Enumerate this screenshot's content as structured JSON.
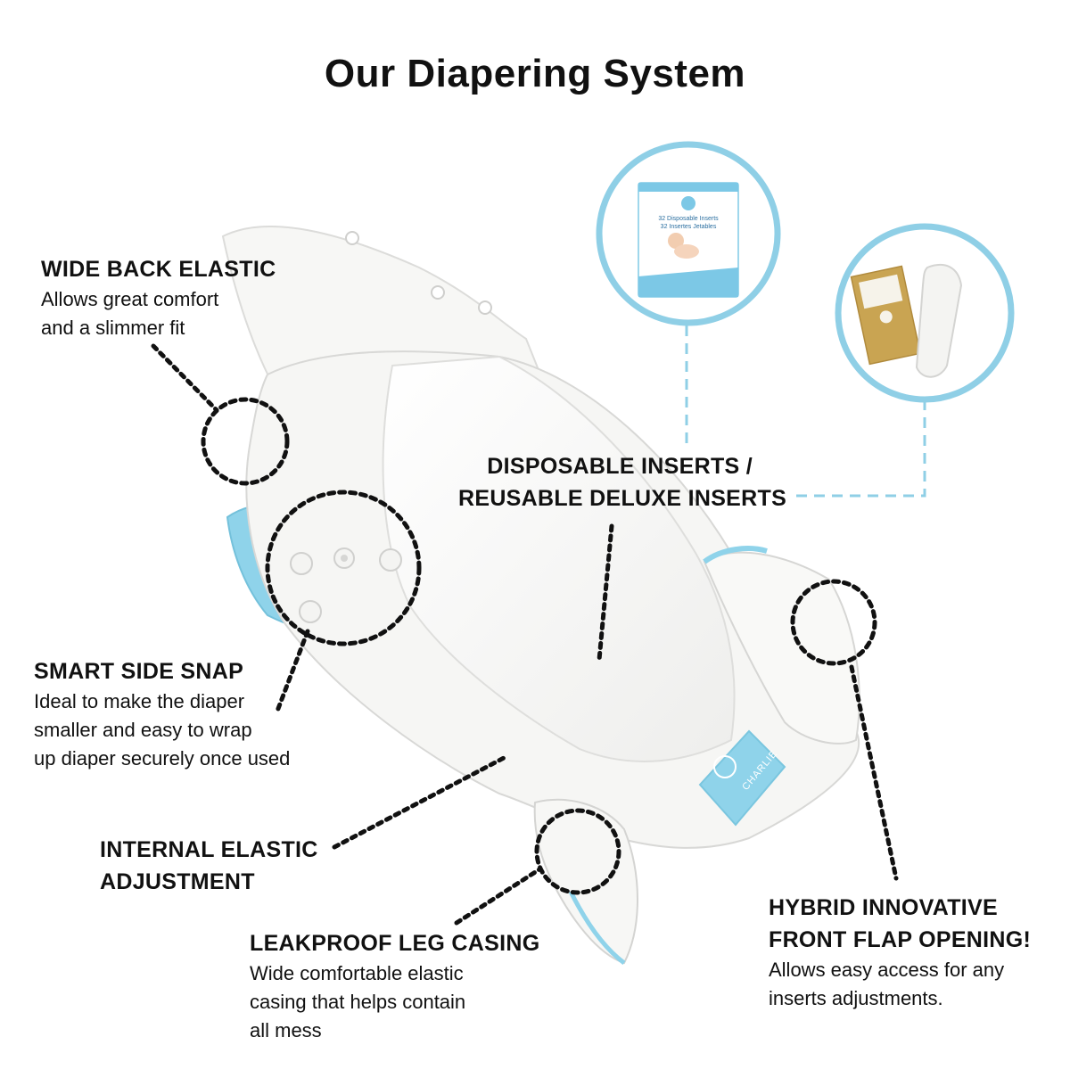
{
  "title": "Our Diapering System",
  "labels": {
    "wide_back_elastic": {
      "heading": "WIDE BACK ELASTIC",
      "desc": [
        "Allows great comfort",
        "and a slimmer fit"
      ]
    },
    "inserts": {
      "heading": [
        "DISPOSABLE INSERTS /",
        "REUSABLE DELUXE INSERTS"
      ]
    },
    "smart_side_snap": {
      "heading": "SMART SIDE SNAP",
      "desc": [
        "Ideal to make the diaper",
        "smaller and easy to wrap",
        "up diaper securely once used"
      ]
    },
    "internal_elastic": {
      "heading": [
        "INTERNAL ELASTIC",
        "ADJUSTMENT"
      ]
    },
    "leakproof": {
      "heading": "LEAKPROOF LEG CASING",
      "desc": [
        "Wide comfortable elastic",
        "casing that helps contain",
        "all mess"
      ]
    },
    "hybrid": {
      "heading": [
        "HYBRID INNOVATIVE",
        "FRONT FLAP OPENING!"
      ],
      "desc": [
        "Allows easy access for any",
        "inserts adjustments."
      ]
    }
  },
  "package_text": {
    "line1": "32 Disposable Inserts",
    "line2": "32 Insertes Jetables"
  },
  "tab_text": "CHARLIE",
  "colors": {
    "accent_blue": "#8fd3ea",
    "circle_border": "#8fcfe6",
    "dotted": "#111111",
    "dashed": "#8fcfe6",
    "diaper_white": "#f6f6f4"
  }
}
